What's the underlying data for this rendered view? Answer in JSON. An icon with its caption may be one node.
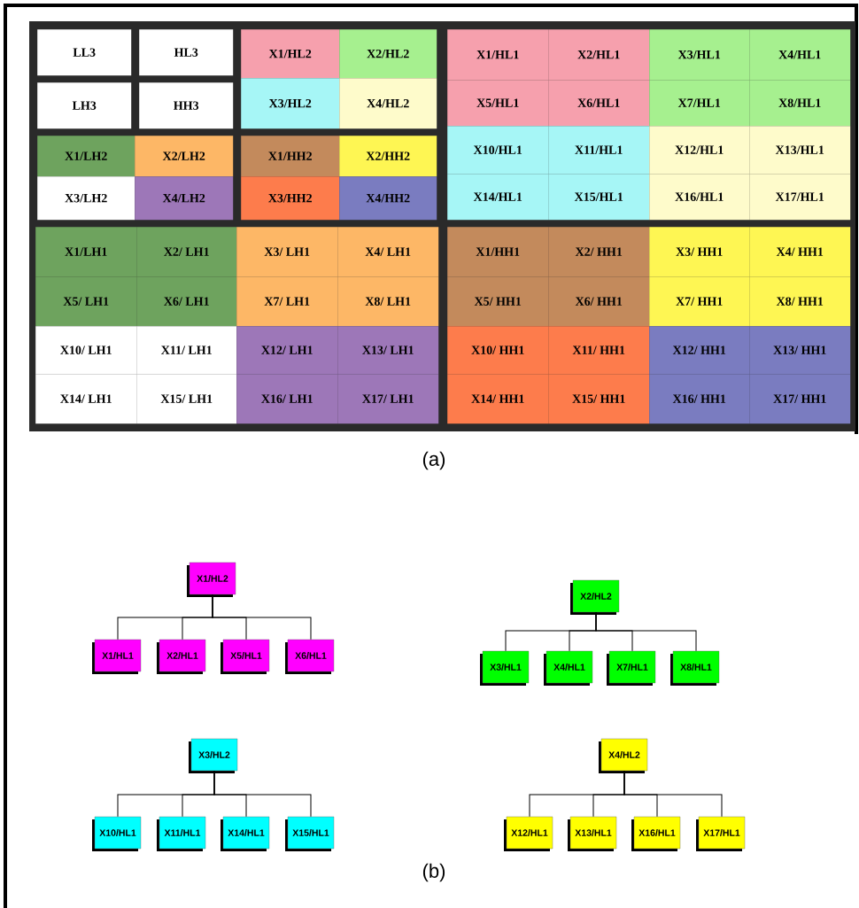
{
  "diagram": {
    "nodes": [
      {
        "text": [
          "LL3"
        ]
      },
      {
        "text": [
          "HL3"
        ]
      },
      {
        "text": [
          "X1/HL2"
        ]
      },
      {
        "text": [
          "X2/HL2"
        ]
      },
      {
        "text": [
          "X1/HL1"
        ]
      },
      {
        "text": [
          "X2/HL1"
        ]
      },
      {
        "text": [
          "X3/HL1"
        ]
      },
      {
        "text": [
          "X4/HL1"
        ]
      },
      {
        "text": [
          "LH3"
        ]
      },
      {
        "text": [
          "HH3"
        ]
      },
      {
        "text": [
          "X3/HL2"
        ]
      },
      {
        "text": [
          "X4/HL2"
        ]
      },
      {
        "text": [
          "X5/HL1"
        ]
      },
      {
        "text": [
          "X6/HL1"
        ]
      },
      {
        "text": [
          "X7/HL1"
        ]
      },
      {
        "text": [
          "X8/HL1"
        ]
      },
      {
        "text": [
          "X1/LH2"
        ]
      },
      {
        "text": [
          "X2/LH2"
        ]
      },
      {
        "text": [
          "X1/HH2"
        ]
      },
      {
        "text": [
          "X2/HH2"
        ]
      },
      {
        "text": [
          "X10/HL1"
        ]
      },
      {
        "text": [
          "X11/HL1"
        ]
      },
      {
        "text": [
          "X12/HL1"
        ]
      },
      {
        "text": [
          "X13/HL1"
        ]
      },
      {
        "text": [
          "X3/LH2"
        ]
      },
      {
        "text": [
          "X4/LH2"
        ]
      },
      {
        "text": [
          "X3/HH2"
        ]
      },
      {
        "text": [
          "X4/HH2"
        ]
      },
      {
        "text": [
          "X14/HL1"
        ]
      },
      {
        "text": [
          "X15/HL1"
        ]
      },
      {
        "text": [
          "X16/HL1"
        ]
      },
      {
        "text": [
          "X17/HL1"
        ]
      },
      {
        "text": [
          "X1/LH1"
        ]
      },
      {
        "text": [
          "X2/ LH1"
        ]
      },
      {
        "text": [
          "X3/ LH1"
        ]
      },
      {
        "text": [
          "X4/ LH1"
        ]
      },
      {
        "text": [
          "X1/HH1"
        ]
      },
      {
        "text": [
          "X2/ HH1"
        ]
      },
      {
        "text": [
          "X3/ HH1"
        ]
      },
      {
        "text": [
          "X4/ HH1"
        ]
      },
      {
        "text": [
          "X5/ LH1"
        ]
      },
      {
        "text": [
          "X6/ LH1"
        ]
      },
      {
        "text": [
          "X7/ LH1"
        ]
      },
      {
        "text": [
          "X8/ LH1"
        ]
      },
      {
        "text": [
          "X5/ HH1"
        ]
      },
      {
        "text": [
          "X6/ HH1"
        ]
      },
      {
        "text": [
          "X7/ HH1"
        ]
      },
      {
        "text": [
          "X8/ HH1"
        ]
      },
      {
        "text": [
          "X10/ LH1"
        ]
      },
      {
        "text": [
          "X11/ LH1"
        ]
      },
      {
        "text": [
          "X12/ LH1"
        ]
      },
      {
        "text": [
          "X13/ LH1"
        ]
      },
      {
        "text": [
          "X10/ HH1"
        ]
      },
      {
        "text": [
          "X11/ HH1"
        ]
      },
      {
        "text": [
          "X12/ HH1"
        ]
      },
      {
        "text": [
          "X13/ HH1"
        ]
      },
      {
        "text": [
          "X14/ LH1"
        ]
      },
      {
        "text": [
          "X15/ LH1"
        ]
      },
      {
        "text": [
          "X16/ LH1"
        ]
      },
      {
        "text": [
          "X17/ LH1"
        ]
      },
      {
        "text": [
          "X14/ HH1"
        ]
      },
      {
        "text": [
          "X15/ HH1"
        ]
      },
      {
        "text": [
          "X16/ HH1"
        ]
      },
      {
        "text": [
          "X17/ HH1"
        ]
      },
      {
        "text": [
          "X1/HL2"
        ]
      },
      {
        "text": [
          "X1/HL1"
        ]
      },
      {
        "text": [
          "X2/HL1"
        ]
      },
      {
        "text": [
          "X5/HL1"
        ]
      },
      {
        "text": [
          "X6/HL1"
        ]
      },
      {
        "text": [
          "X2/HL2"
        ]
      },
      {
        "text": [
          "X3/HL1"
        ]
      },
      {
        "text": [
          "X4/HL1"
        ]
      },
      {
        "text": [
          "X7/HL1"
        ]
      },
      {
        "text": [
          "X8/HL1"
        ]
      },
      {
        "text": [
          "X3/HL2"
        ]
      },
      {
        "text": [
          "X10/HL1"
        ]
      },
      {
        "text": [
          "X11/HL1"
        ]
      },
      {
        "text": [
          "X14/HL1"
        ]
      },
      {
        "text": [
          "X15/HL1"
        ]
      },
      {
        "text": [
          "X4/HL2"
        ]
      },
      {
        "text": [
          "X12/HL1"
        ]
      },
      {
        "text": [
          "X13/HL1"
        ]
      },
      {
        "text": [
          "X16/HL1"
        ]
      },
      {
        "text": [
          "X17/HL1"
        ]
      }
    ],
    "edges": [
      {
        "from": 64,
        "to": 65,
        "arrow": "none"
      },
      {
        "from": 64,
        "to": 66,
        "arrow": "none"
      },
      {
        "from": 64,
        "to": 67,
        "arrow": "none"
      },
      {
        "from": 64,
        "to": 68,
        "arrow": "none"
      },
      {
        "from": 69,
        "to": 70,
        "arrow": "none"
      },
      {
        "from": 69,
        "to": 71,
        "arrow": "none"
      },
      {
        "from": 69,
        "to": 72,
        "arrow": "none"
      },
      {
        "from": 69,
        "to": 73,
        "arrow": "none"
      },
      {
        "from": 74,
        "to": 75,
        "arrow": "none"
      },
      {
        "from": 74,
        "to": 76,
        "arrow": "none"
      },
      {
        "from": 74,
        "to": 77,
        "arrow": "none"
      },
      {
        "from": 74,
        "to": 78,
        "arrow": "none"
      },
      {
        "from": 79,
        "to": 80,
        "arrow": "none"
      },
      {
        "from": 79,
        "to": 81,
        "arrow": "none"
      },
      {
        "from": 79,
        "to": 82,
        "arrow": "none"
      },
      {
        "from": 79,
        "to": 83,
        "arrow": "none"
      }
    ],
    "labels": [
      "(a)",
      "(b)"
    ]
  }
}
